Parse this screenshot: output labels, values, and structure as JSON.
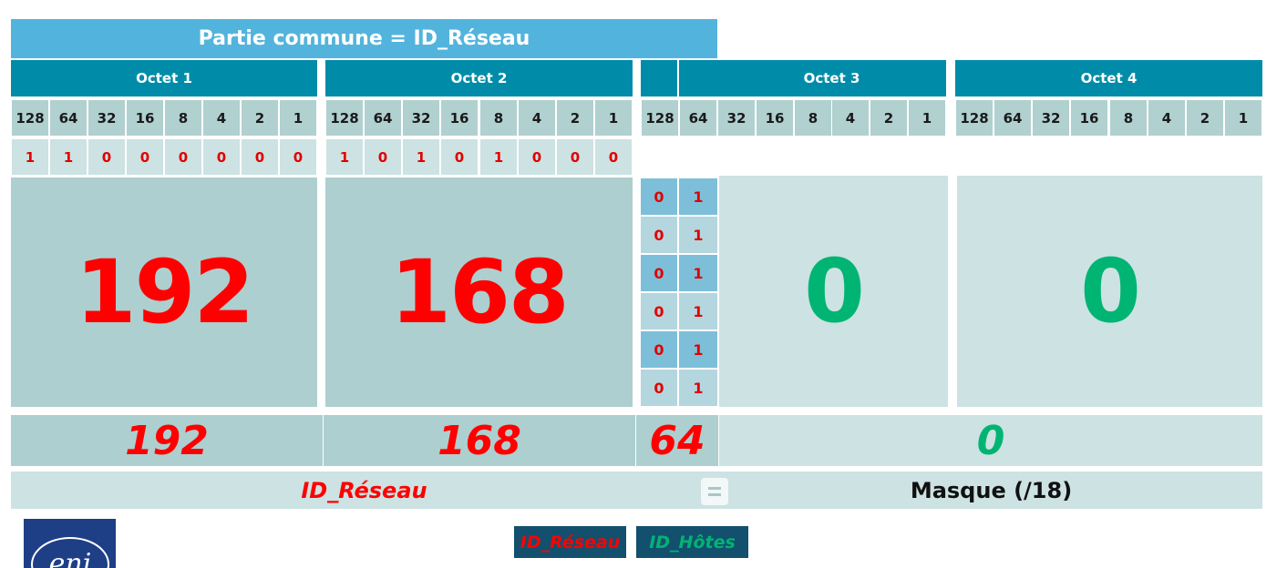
{
  "banner": "Partie commune = ID_Réseau",
  "octets": [
    {
      "label": "Octet 1",
      "bits": [
        "1",
        "1",
        "0",
        "0",
        "0",
        "0",
        "0",
        "0"
      ],
      "value": "192"
    },
    {
      "label": "Octet 2",
      "bits": [
        "1",
        "0",
        "1",
        "0",
        "1",
        "0",
        "0",
        "0"
      ],
      "value": "168"
    },
    {
      "label": "Octet 3",
      "value": "0"
    },
    {
      "label": "Octet 4",
      "value": "0"
    }
  ],
  "weights": [
    "128",
    "64",
    "32",
    "16",
    "8",
    "4",
    "2",
    "1"
  ],
  "subnet_bits": [
    {
      "bit128": "0",
      "bit64": "1"
    },
    {
      "bit128": "0",
      "bit64": "1"
    },
    {
      "bit128": "0",
      "bit64": "1"
    },
    {
      "bit128": "0",
      "bit64": "1"
    },
    {
      "bit128": "0",
      "bit64": "1"
    },
    {
      "bit128": "0",
      "bit64": "1"
    }
  ],
  "decimal_row": {
    "o1": "192",
    "o2": "168",
    "o3_net": "64",
    "host": "0"
  },
  "bottom": {
    "id_reseau": "ID_Réseau",
    "masque": "Masque (/18)"
  },
  "legend": {
    "network": "ID_Réseau",
    "hosts": "ID_Hôtes"
  },
  "logo_text": "eni",
  "colors": {
    "network": "#ff0000",
    "host": "#00b473",
    "header": "#008ca8",
    "banner": "#52b4dc"
  }
}
